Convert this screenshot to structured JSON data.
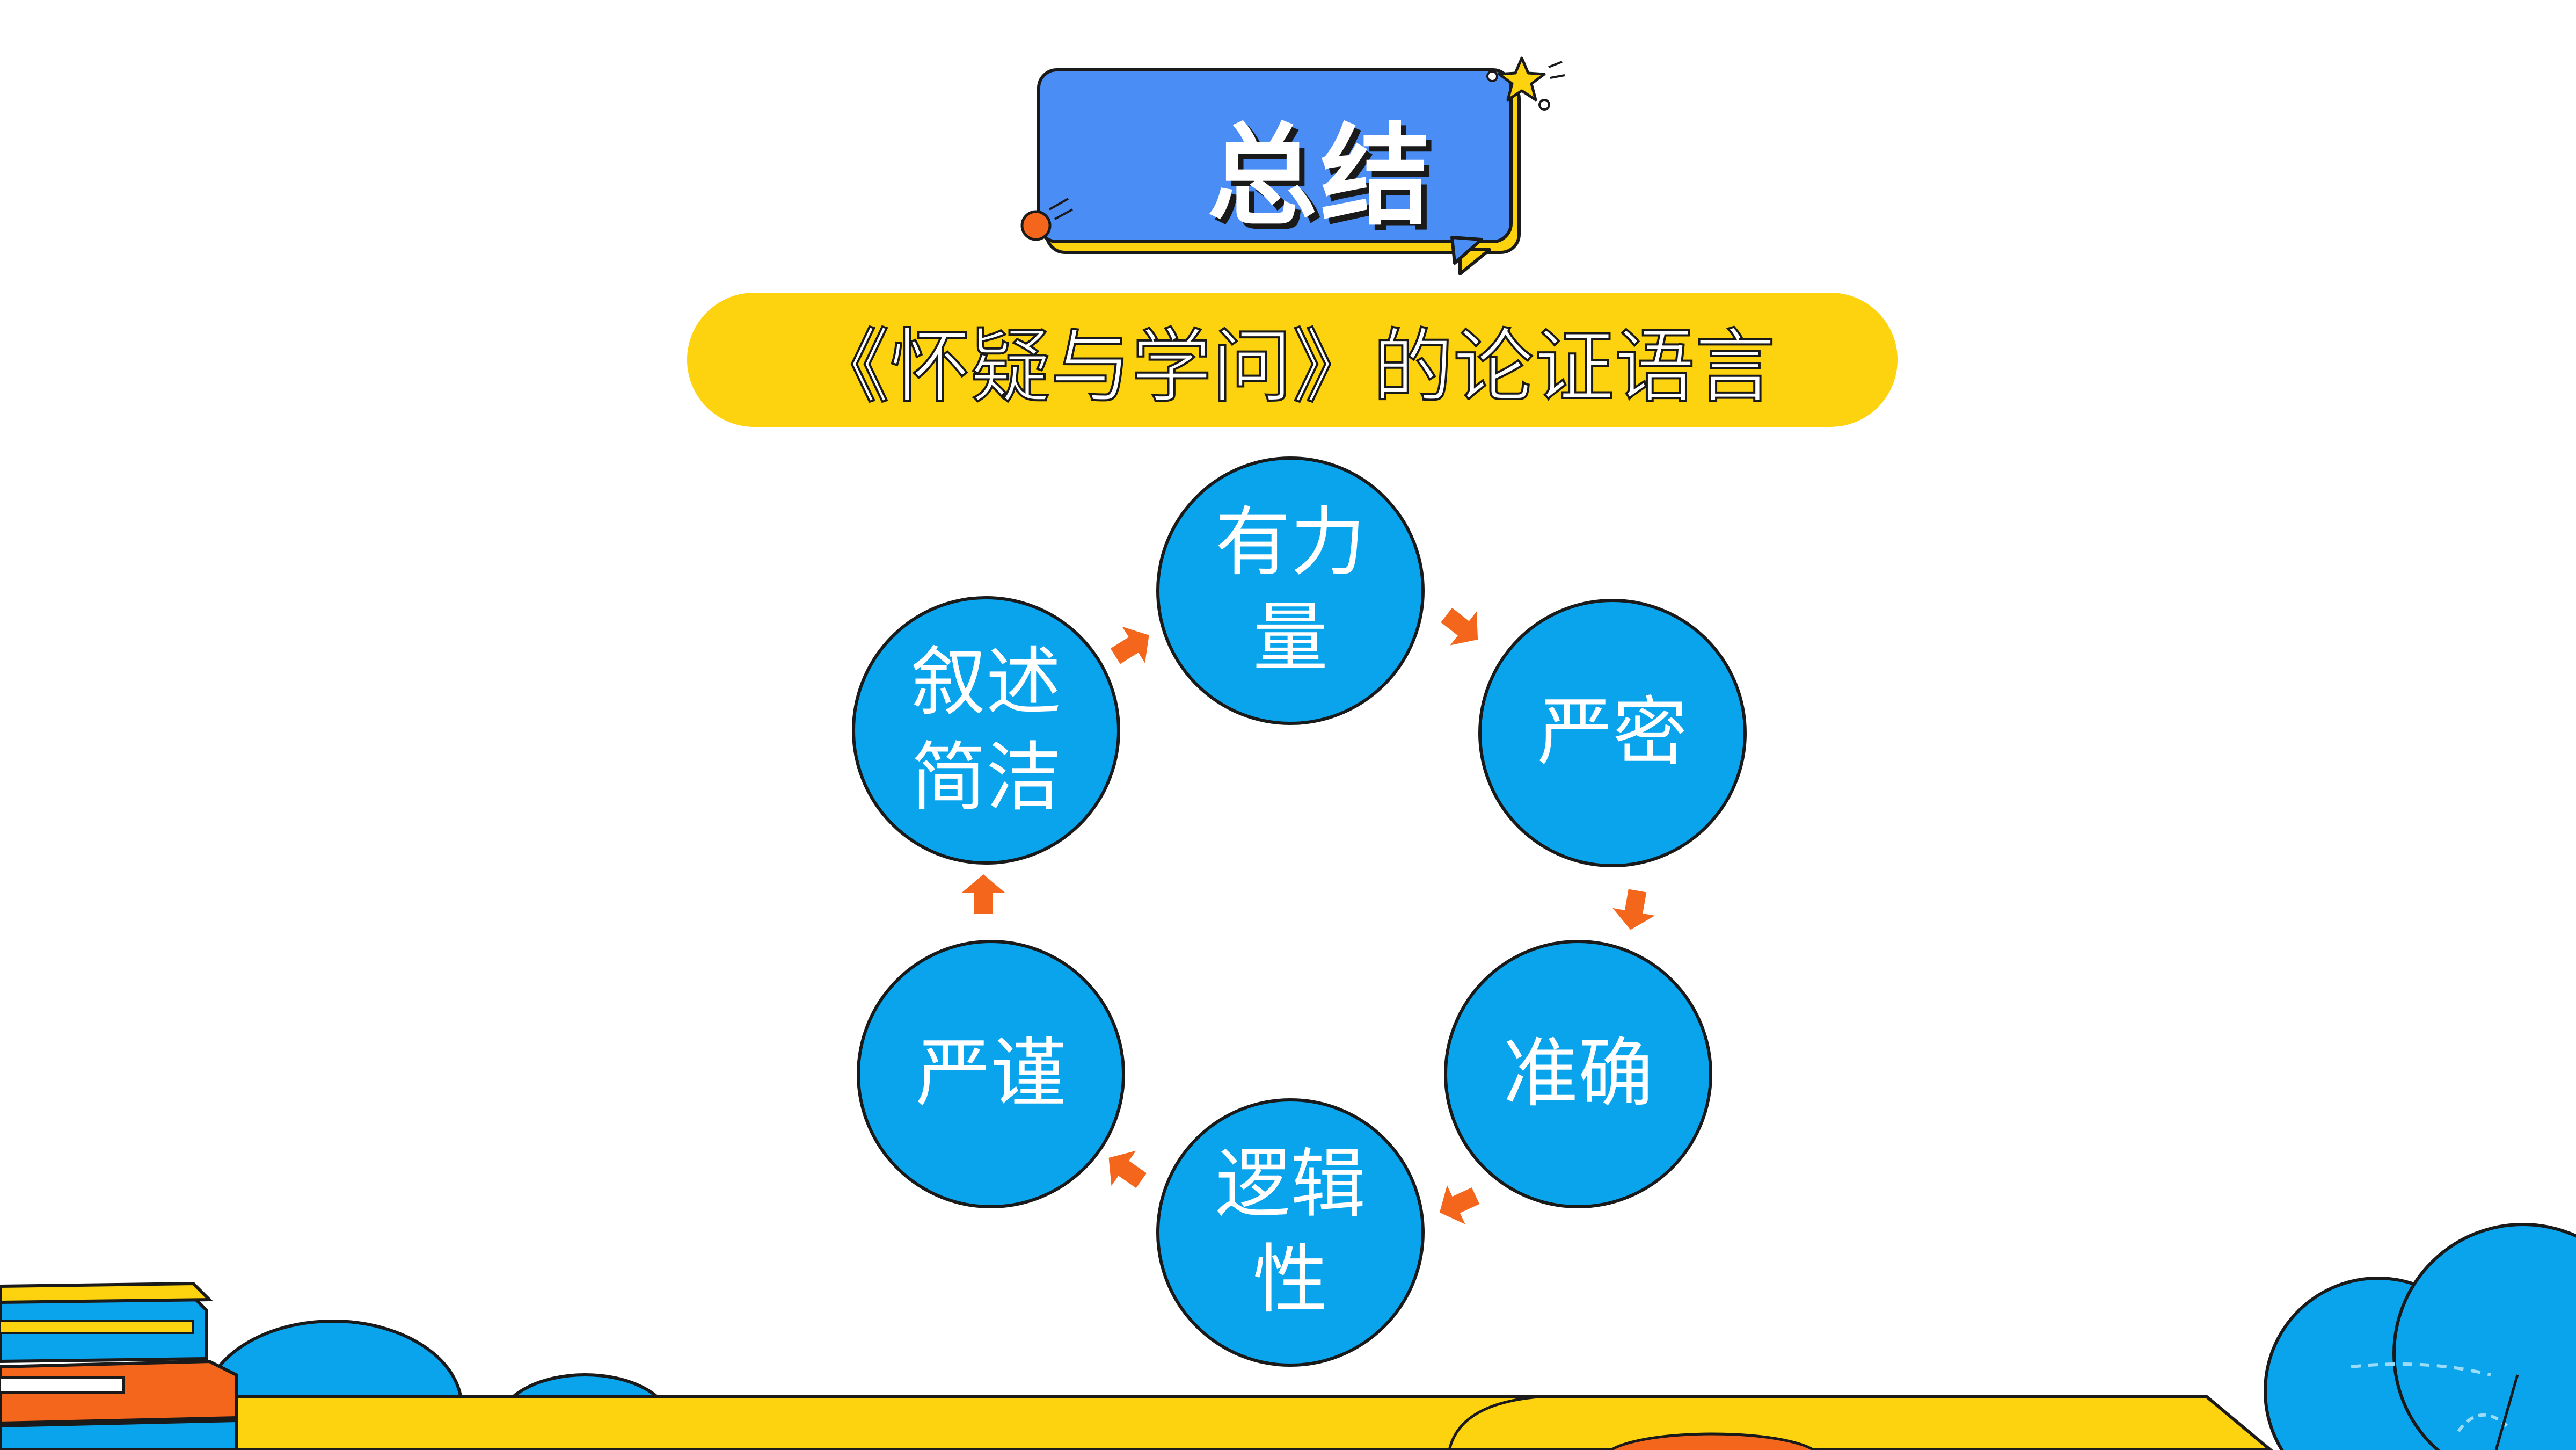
{
  "title": "总结",
  "subtitle": "《怀疑与学问》的论证语言",
  "cycle": {
    "nodes": [
      {
        "id": "youliliang",
        "label": "有力量"
      },
      {
        "id": "yanmi",
        "label": "严密"
      },
      {
        "id": "zhunque",
        "label": "准确"
      },
      {
        "id": "luojixing",
        "label": "逻辑性"
      },
      {
        "id": "yanjin",
        "label": "严谨"
      },
      {
        "id": "xushujianjie",
        "label": "叙述简洁"
      }
    ],
    "flow": "clockwise"
  },
  "colors": {
    "title_box": "#4a8ef5",
    "pill": "#fdd20f",
    "node_fill": "#0aa4ec",
    "arrow": "#f4661b",
    "ground": "#fdd20f",
    "cloud": "#0aa4ec",
    "outline": "#1a1a1a"
  }
}
